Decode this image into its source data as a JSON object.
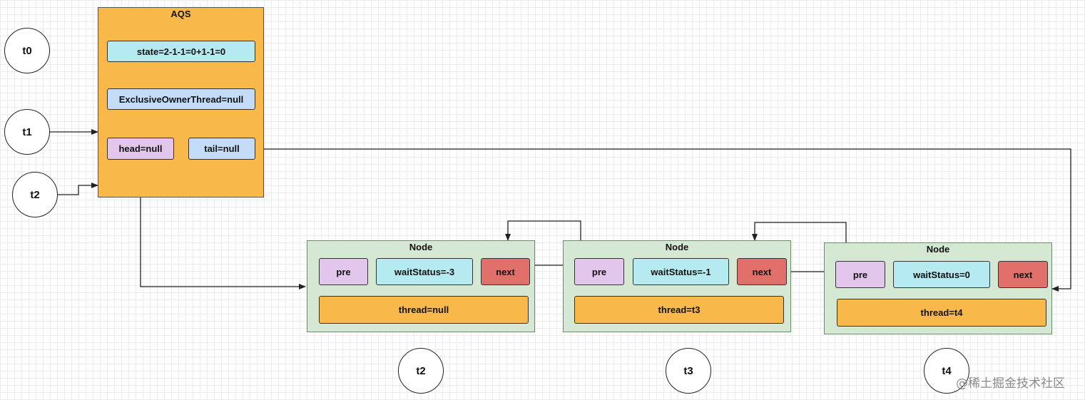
{
  "threads": {
    "t0": "t0",
    "t1": "t1",
    "t2_left": "t2",
    "t2_bottom": "t2",
    "t3": "t3",
    "t4": "t4"
  },
  "aqs": {
    "title": "AQS",
    "state": "state=2-1-1=0+1-1=0",
    "owner": "ExclusiveOwnerThread=null",
    "head": "head=null",
    "tail": "tail=null"
  },
  "nodes": [
    {
      "title": "Node",
      "pre": "pre",
      "waitStatus": "waitStatus=-3",
      "next": "next",
      "thread": "thread=null"
    },
    {
      "title": "Node",
      "pre": "pre",
      "waitStatus": "waitStatus=-1",
      "next": "next",
      "thread": "thread=t3"
    },
    {
      "title": "Node",
      "pre": "pre",
      "waitStatus": "waitStatus=0",
      "next": "next",
      "thread": "thread=t4"
    }
  ],
  "watermark": "@稀土掘金技术社区",
  "colors": {
    "aqs_fill": "#f9b94a",
    "node_fill": "#d5e8d4",
    "field_cyan": "#b4eaf0",
    "field_blue": "#c4dcf8",
    "pre_purple": "#e2c6ec",
    "next_red": "#e07069",
    "thread_orange": "#f9b94a"
  }
}
